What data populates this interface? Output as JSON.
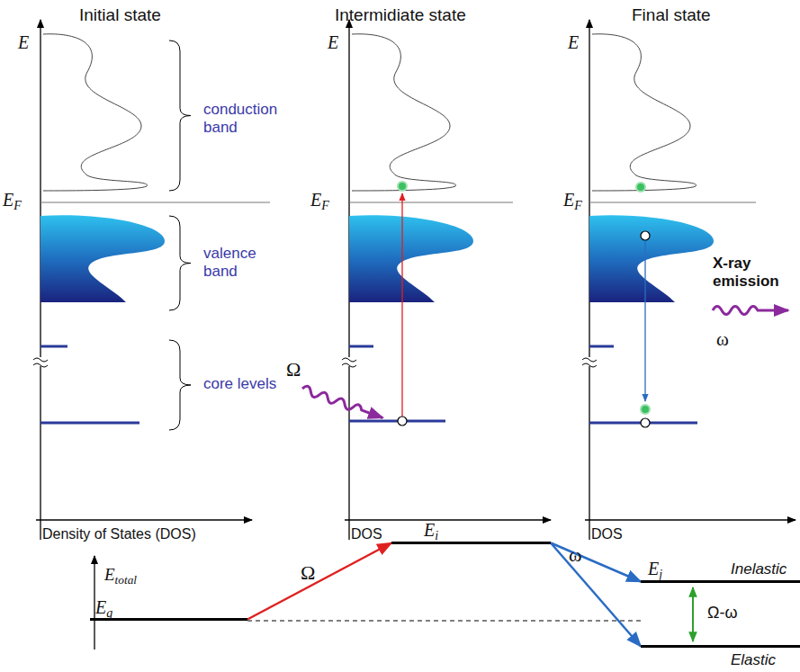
{
  "diagram": {
    "nodes": [
      {
        "text": [
          "Eg"
        ]
      },
      {
        "text": [
          "Ei"
        ]
      },
      {
        "text": [
          "Ej",
          "Inelastic"
        ]
      },
      {
        "text": [
          "Elastic"
        ]
      }
    ],
    "edges": [
      {
        "from": 0,
        "to": 1,
        "arrow": "to",
        "label": "Ω"
      },
      {
        "from": 1,
        "to": 2,
        "arrow": "to",
        "label": "ω"
      },
      {
        "from": 1,
        "to": 3,
        "arrow": "to"
      }
    ],
    "labels": [
      "Initial state",
      "Intermidiate state",
      "Final state",
      "E",
      "E",
      "E",
      "EF",
      "EF",
      "EF",
      "conduction band",
      "valence band",
      "core levels",
      "Density of States (DOS)",
      "DOS",
      "DOS",
      "Ω",
      "X-ray emission",
      "ω",
      "Etotal",
      "Ω-ω"
    ]
  }
}
